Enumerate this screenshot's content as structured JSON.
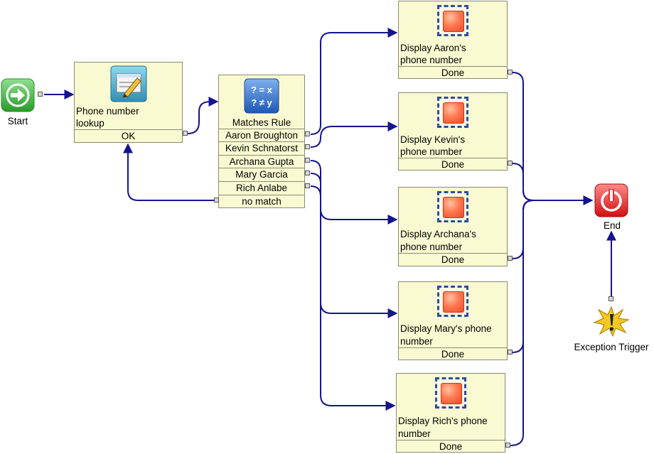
{
  "start": {
    "label": "Start"
  },
  "end": {
    "label": "End"
  },
  "exception": {
    "label": "Exception Trigger"
  },
  "lookup": {
    "title_line1": "Phone number",
    "title_line2": "lookup",
    "ok_label": "OK"
  },
  "rule": {
    "title": "Matches Rule",
    "icon_line1": "? = x",
    "icon_line2": "? ≠ y",
    "branches": [
      "Aaron Broughton",
      "Kevin Schnatorst",
      "Archana Gupta",
      "Mary Garcia",
      "Rich Anlabe"
    ],
    "no_match_label": "no match"
  },
  "displays": [
    {
      "line1": "Display Aaron's",
      "line2": "phone number",
      "done": "Done"
    },
    {
      "line1": "Display Kevin's",
      "line2": "phone number",
      "done": "Done"
    },
    {
      "line1": "Display Archana's",
      "line2": "phone number",
      "done": "Done"
    },
    {
      "line1": "Display Mary's phone",
      "line2": "number",
      "done": "Done"
    },
    {
      "line1": "Display Rich's phone",
      "line2": "number",
      "done": "Done"
    }
  ],
  "colors": {
    "connector": "#14148c",
    "node_fill": "#fafad2",
    "node_border": "#8a8a70",
    "start_green": "#3cb83c",
    "end_red": "#e02020",
    "exception_yellow": "#f0c020"
  },
  "icons": {
    "start": "arrow-right-circle-icon",
    "end": "power-icon",
    "exception": "exclamation-starburst-icon",
    "lookup": "form-edit-icon",
    "rule": "rule-comparison-icon",
    "display": "stop-square-icon"
  }
}
